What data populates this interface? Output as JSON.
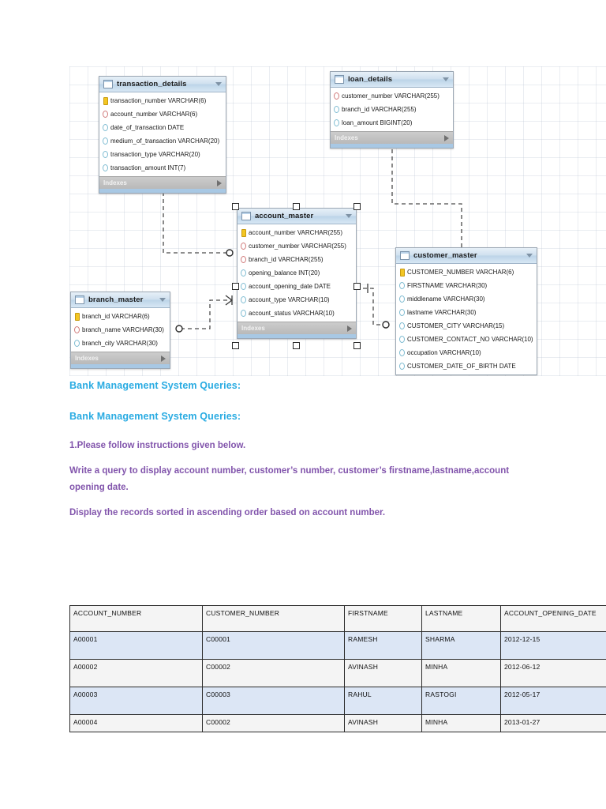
{
  "erd": {
    "tables": [
      {
        "name": "transaction_details",
        "indexes_label": "Indexes",
        "columns": [
          {
            "key": "pk",
            "text": "transaction_number VARCHAR(6)"
          },
          {
            "key": "fk",
            "text": "account_number VARCHAR(6)"
          },
          {
            "key": "plain",
            "text": "date_of_transaction DATE"
          },
          {
            "key": "plain",
            "text": "medium_of_transaction VARCHAR(20)"
          },
          {
            "key": "plain",
            "text": "transaction_type VARCHAR(20)"
          },
          {
            "key": "plain",
            "text": "transaction_amount INT(7)"
          }
        ]
      },
      {
        "name": "loan_details",
        "indexes_label": "Indexes",
        "columns": [
          {
            "key": "fk",
            "text": "customer_number VARCHAR(255)"
          },
          {
            "key": "plain",
            "text": "branch_id VARCHAR(255)"
          },
          {
            "key": "plain",
            "text": "loan_amount BIGINT(20)"
          }
        ]
      },
      {
        "name": "account_master",
        "indexes_label": "Indexes",
        "selected": true,
        "columns": [
          {
            "key": "pk",
            "text": "account_number VARCHAR(255)"
          },
          {
            "key": "fk",
            "text": "customer_number VARCHAR(255)"
          },
          {
            "key": "fk",
            "text": "branch_id VARCHAR(255)"
          },
          {
            "key": "plain",
            "text": "opening_balance INT(20)"
          },
          {
            "key": "plain",
            "text": "account_opening_date DATE"
          },
          {
            "key": "plain",
            "text": "account_type VARCHAR(10)"
          },
          {
            "key": "plain",
            "text": "account_status VARCHAR(10)"
          }
        ]
      },
      {
        "name": "customer_master",
        "columns": [
          {
            "key": "pk",
            "text": "CUSTOMER_NUMBER VARCHAR(6)"
          },
          {
            "key": "plain",
            "text": "FIRSTNAME VARCHAR(30)"
          },
          {
            "key": "plain",
            "text": "middlename VARCHAR(30)"
          },
          {
            "key": "plain",
            "text": "lastname VARCHAR(30)"
          },
          {
            "key": "plain",
            "text": "CUSTOMER_CITY VARCHAR(15)"
          },
          {
            "key": "plain",
            "text": "CUSTOMER_CONTACT_NO VARCHAR(10)"
          },
          {
            "key": "plain",
            "text": "occupation VARCHAR(10)"
          },
          {
            "key": "plain",
            "text": "CUSTOMER_DATE_OF_BIRTH DATE"
          }
        ]
      },
      {
        "name": "branch_master",
        "indexes_label": "Indexes",
        "columns": [
          {
            "key": "pk",
            "text": "branch_id VARCHAR(6)"
          },
          {
            "key": "fk",
            "text": "branch_name VARCHAR(30)"
          },
          {
            "key": "plain",
            "text": "branch_city VARCHAR(30)"
          }
        ]
      }
    ]
  },
  "document": {
    "heading_1": "Bank Management System Queries:",
    "heading_2": "Bank Management System Queries:",
    "para_1": "1.Please  follow instructions given below.",
    "para_2": "Write a query to display account number, customer’s number, customer’s firstname,lastname,account opening date.",
    "para_3": "Display the records sorted in ascending order based on account number."
  },
  "result_table": {
    "headers": [
      "ACCOUNT_NUMBER",
      "CUSTOMER_NUMBER",
      "FIRSTNAME",
      "LASTNAME",
      "ACCOUNT_OPENING_DATE"
    ],
    "rows": [
      [
        "A00001",
        "C00001",
        "RAMESH",
        "SHARMA",
        "2012-12-15"
      ],
      [
        "A00002",
        "C00002",
        "AVINASH",
        "MINHA",
        "2012-06-12"
      ],
      [
        "A00003",
        "C00003",
        "RAHUL",
        "RASTOGI",
        "2012-05-17"
      ],
      [
        "A00004",
        "C00002",
        "AVINASH",
        "MINHA",
        "2013-01-27"
      ]
    ]
  },
  "colors": {
    "heading": "#29abe2",
    "body_text": "#8255ac",
    "table_header_bg": "#bcd4e8",
    "row_alt": "#dce6f5"
  }
}
